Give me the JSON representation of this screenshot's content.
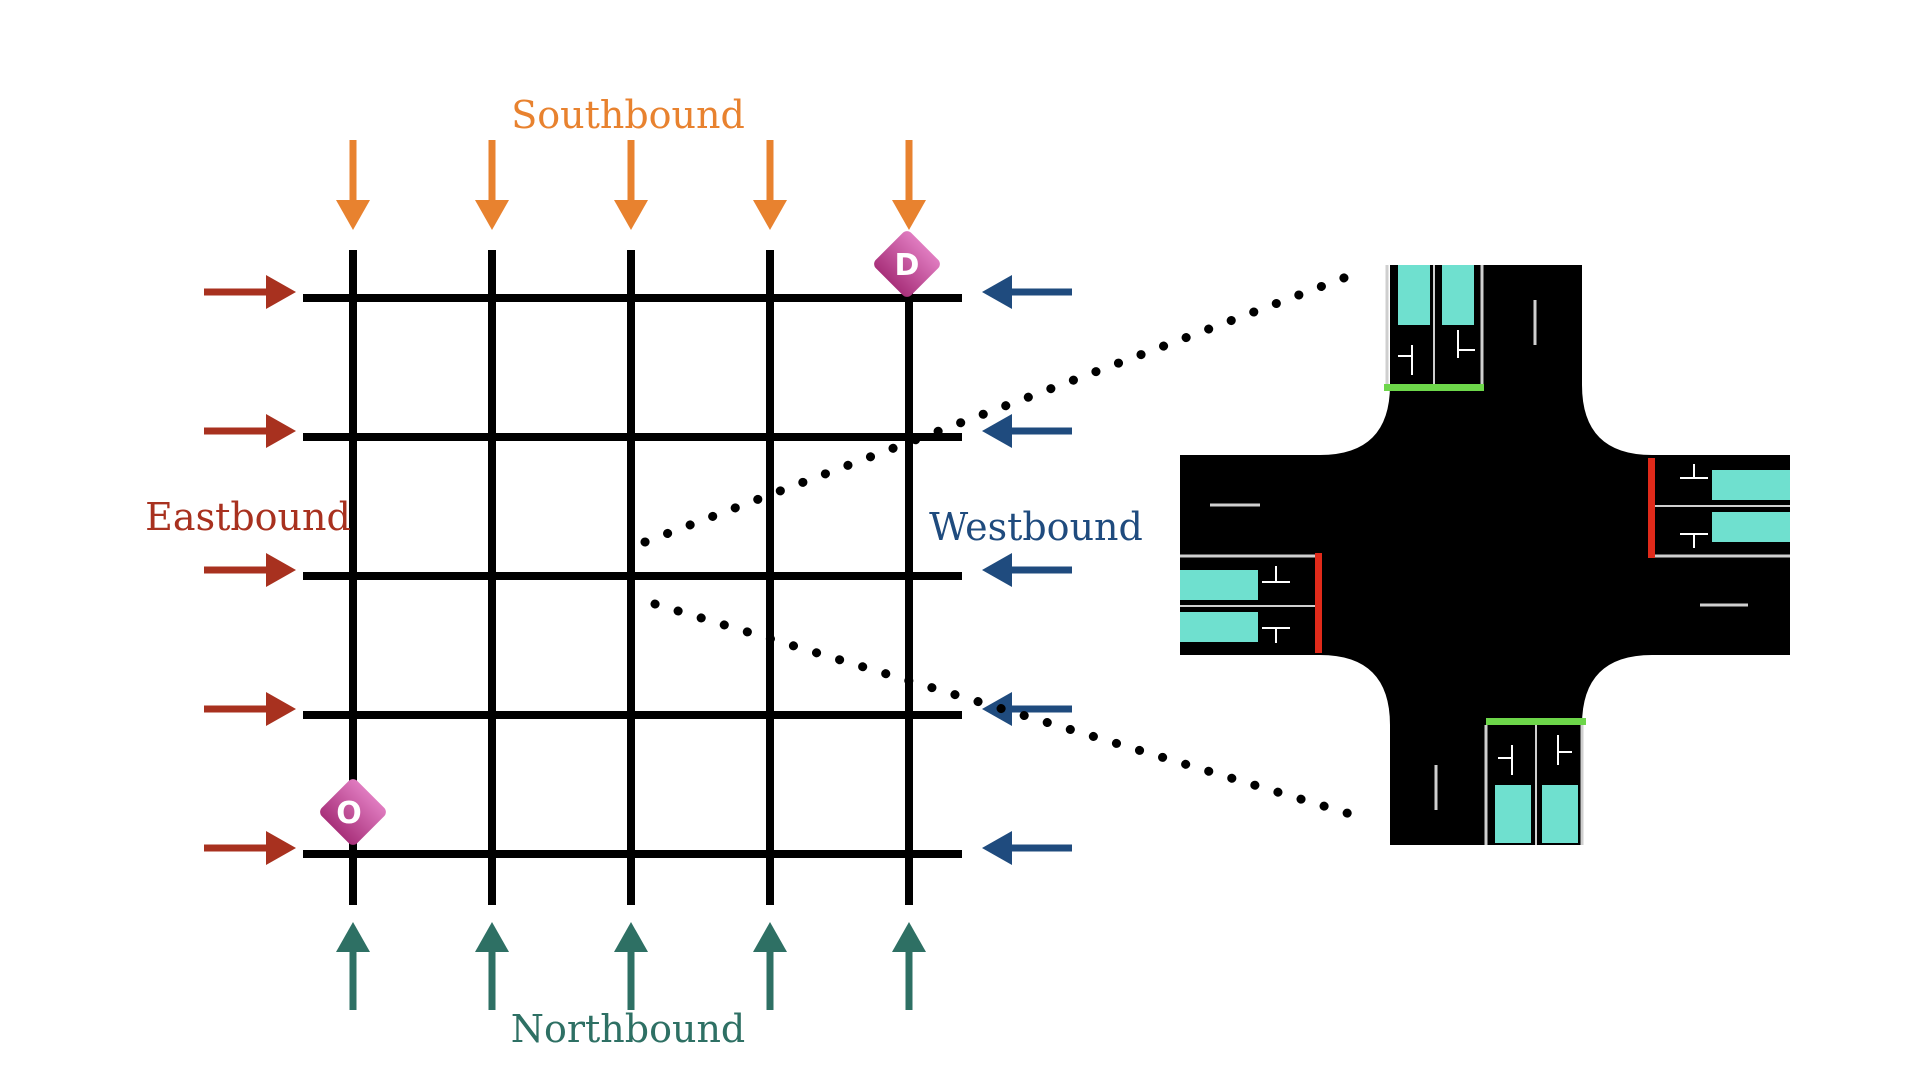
{
  "labels": {
    "southbound": "Southbound",
    "northbound": "Northbound",
    "eastbound": "Eastbound",
    "westbound": "Westbound"
  },
  "markers": {
    "origin": "O",
    "destination": "D"
  },
  "grid": {
    "columns": 5,
    "rows": 5,
    "origin_position": {
      "col": 1,
      "row": 5
    },
    "destination_position": {
      "col": 5,
      "row": 1
    },
    "zoomed_intersection": {
      "col": 3,
      "row": 3
    }
  },
  "signals": {
    "north_approach": "green",
    "south_approach": "green",
    "east_approach": "red",
    "west_approach": "red"
  },
  "colors": {
    "southbound": "#e8822f",
    "northbound": "#2e7064",
    "eastbound": "#a8311f",
    "westbound": "#1f4b7e",
    "road": "#000000",
    "marker": "#c0458f",
    "vehicle": "#6fe0cf",
    "signal_green": "#6dd64a",
    "signal_red": "#e02a1a"
  },
  "icons": {
    "arrow": "arrow-icon",
    "marker": "diamond-marker-icon",
    "vehicle": "vehicle-icon"
  }
}
